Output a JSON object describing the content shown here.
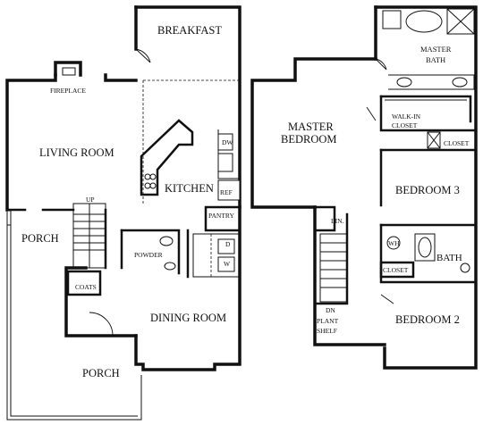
{
  "floor1": {
    "breakfast": "BREAKFAST",
    "fireplace": "FIREPLACE",
    "living_room": "LIVING ROOM",
    "kitchen": "KITCHEN",
    "dw": "DW",
    "ref": "REF",
    "pantry": "PANTRY",
    "up": "UP",
    "porch_left": "PORCH",
    "powder": "POWDER",
    "d": "D",
    "w": "W",
    "coats": "COATS",
    "dining_room": "DINING ROOM",
    "porch_front": "PORCH"
  },
  "floor2": {
    "master_bath_line1": "MASTER",
    "master_bath_line2": "BATH",
    "master_bedroom_line1": "MASTER",
    "master_bedroom_line2": "BEDROOM",
    "walkin_line1": "WALK-IN",
    "walkin_line2": "CLOSET",
    "closet_right": "CLOSET",
    "bedroom3": "BEDROOM 3",
    "lin": "LIN.",
    "wh": "WH",
    "bath": "BATH",
    "closet_small": "CLOSET",
    "dn": "DN",
    "plant_line1": "PLANT",
    "plant_line2": "SHELF",
    "bedroom2": "BEDROOM 2"
  }
}
